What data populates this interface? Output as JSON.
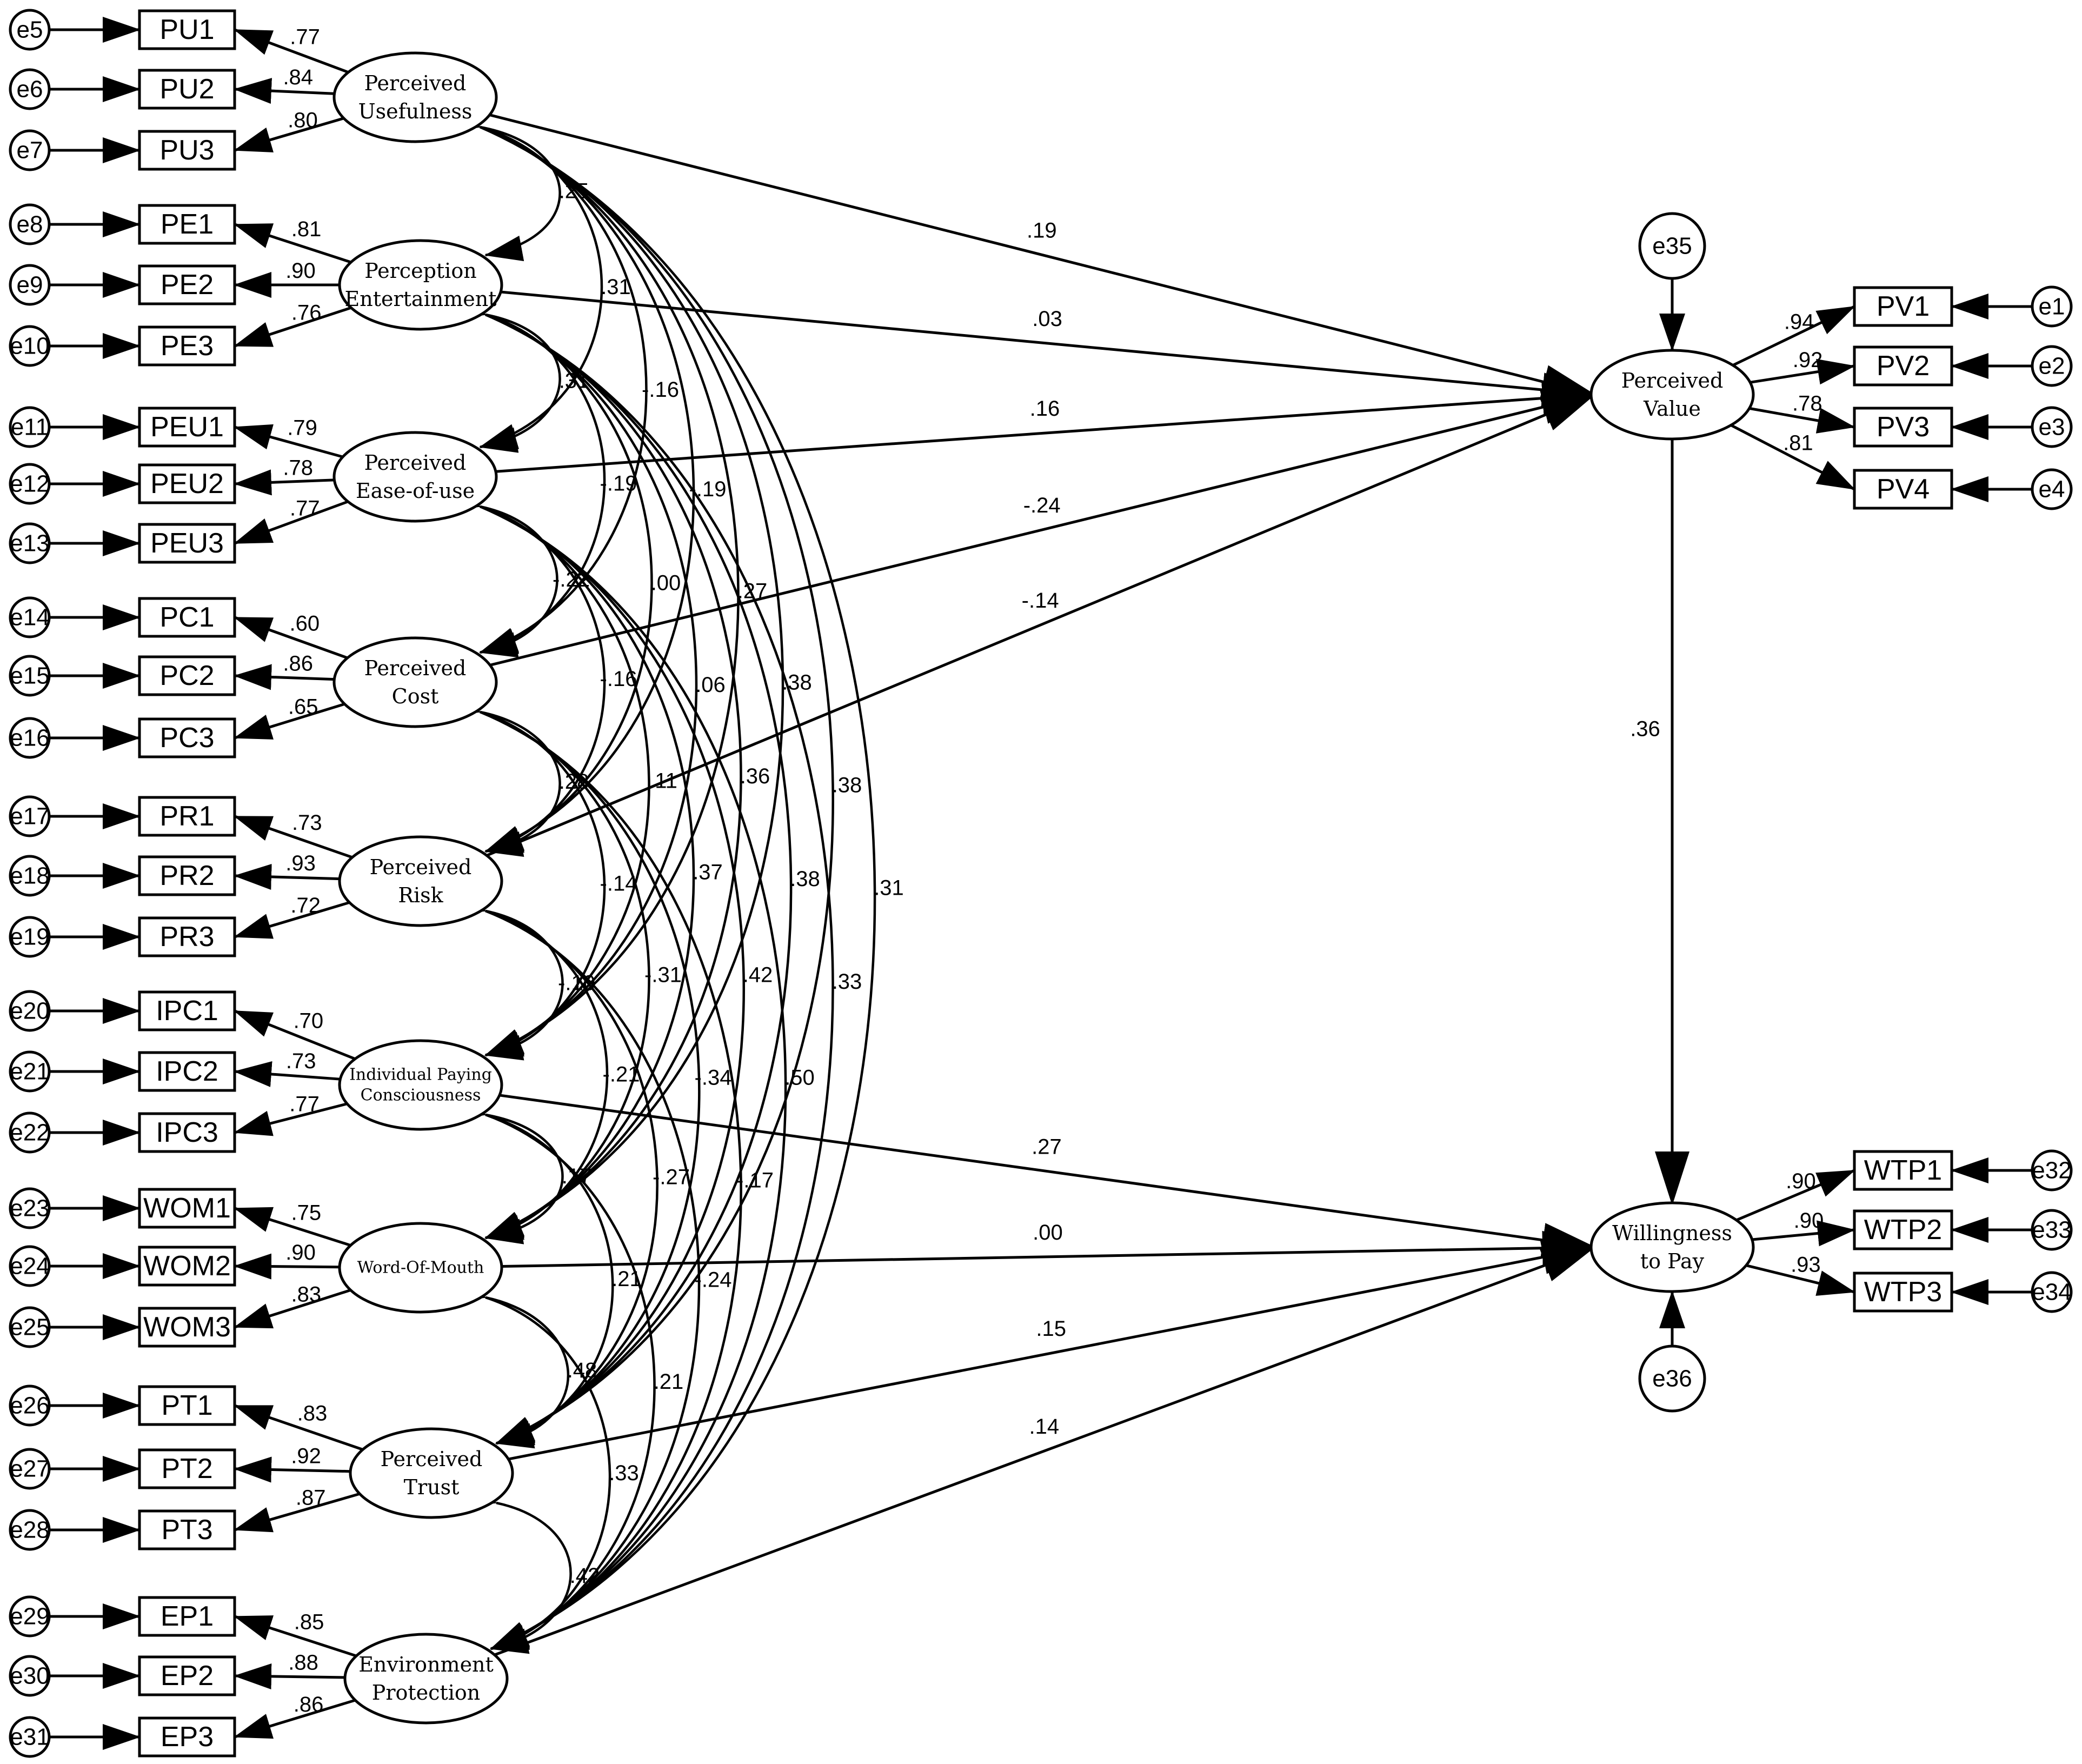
{
  "latents": [
    {
      "id": "PU",
      "lines": [
        "Perceived",
        "Usefulness"
      ]
    },
    {
      "id": "PE",
      "lines": [
        "Perception",
        "Entertainment"
      ]
    },
    {
      "id": "PEU",
      "lines": [
        "Perceived",
        "Ease-of-use"
      ]
    },
    {
      "id": "PC",
      "lines": [
        "Perceived",
        "Cost"
      ]
    },
    {
      "id": "PR",
      "lines": [
        "Perceived",
        "Risk"
      ]
    },
    {
      "id": "IPC",
      "lines": [
        "Individual Paying",
        "Consciousness"
      ]
    },
    {
      "id": "WOM",
      "lines": [
        "Word-Of-Mouth"
      ]
    },
    {
      "id": "PT",
      "lines": [
        "Perceived",
        "Trust"
      ]
    },
    {
      "id": "EP",
      "lines": [
        "Environment",
        "Protection"
      ]
    },
    {
      "id": "PV",
      "lines": [
        "Perceived",
        "Value"
      ]
    },
    {
      "id": "WTP",
      "lines": [
        "Willingness",
        "to Pay"
      ]
    }
  ],
  "indicators": [
    {
      "label": "PU1",
      "error": "e5",
      "loading": ".77",
      "factor": "PU"
    },
    {
      "label": "PU2",
      "error": "e6",
      "loading": ".84",
      "factor": "PU"
    },
    {
      "label": "PU3",
      "error": "e7",
      "loading": ".80",
      "factor": "PU"
    },
    {
      "label": "PE1",
      "error": "e8",
      "loading": ".81",
      "factor": "PE"
    },
    {
      "label": "PE2",
      "error": "e9",
      "loading": ".90",
      "factor": "PE"
    },
    {
      "label": "PE3",
      "error": "e10",
      "loading": ".76",
      "factor": "PE"
    },
    {
      "label": "PEU1",
      "error": "e11",
      "loading": ".79",
      "factor": "PEU"
    },
    {
      "label": "PEU2",
      "error": "e12",
      "loading": ".78",
      "factor": "PEU"
    },
    {
      "label": "PEU3",
      "error": "e13",
      "loading": ".77",
      "factor": "PEU"
    },
    {
      "label": "PC1",
      "error": "e14",
      "loading": ".60",
      "factor": "PC"
    },
    {
      "label": "PC2",
      "error": "e15",
      "loading": ".86",
      "factor": "PC"
    },
    {
      "label": "PC3",
      "error": "e16",
      "loading": ".65",
      "factor": "PC"
    },
    {
      "label": "PR1",
      "error": "e17",
      "loading": ".73",
      "factor": "PR"
    },
    {
      "label": "PR2",
      "error": "e18",
      "loading": ".93",
      "factor": "PR"
    },
    {
      "label": "PR3",
      "error": "e19",
      "loading": ".72",
      "factor": "PR"
    },
    {
      "label": "IPC1",
      "error": "e20",
      "loading": ".70",
      "factor": "IPC"
    },
    {
      "label": "IPC2",
      "error": "e21",
      "loading": ".73",
      "factor": "IPC"
    },
    {
      "label": "IPC3",
      "error": "e22",
      "loading": ".77",
      "factor": "IPC"
    },
    {
      "label": "WOM1",
      "error": "e23",
      "loading": ".75",
      "factor": "WOM"
    },
    {
      "label": "WOM2",
      "error": "e24",
      "loading": ".90",
      "factor": "WOM"
    },
    {
      "label": "WOM3",
      "error": "e25",
      "loading": ".83",
      "factor": "WOM"
    },
    {
      "label": "PT1",
      "error": "e26",
      "loading": ".83",
      "factor": "PT"
    },
    {
      "label": "PT2",
      "error": "e27",
      "loading": ".92",
      "factor": "PT"
    },
    {
      "label": "PT3",
      "error": "e28",
      "loading": ".87",
      "factor": "PT"
    },
    {
      "label": "EP1",
      "error": "e29",
      "loading": ".85",
      "factor": "EP"
    },
    {
      "label": "EP2",
      "error": "e30",
      "loading": ".88",
      "factor": "EP"
    },
    {
      "label": "EP3",
      "error": "e31",
      "loading": ".86",
      "factor": "EP"
    },
    {
      "label": "PV1",
      "error": "e1",
      "loading": ".94",
      "factor": "PV"
    },
    {
      "label": "PV2",
      "error": "e2",
      "loading": ".92",
      "factor": "PV"
    },
    {
      "label": "PV3",
      "error": "e3",
      "loading": ".78",
      "factor": "PV"
    },
    {
      "label": "PV4",
      "error": "e4",
      "loading": ".81",
      "factor": "PV"
    },
    {
      "label": "WTP1",
      "error": "e32",
      "loading": ".90",
      "factor": "WTP"
    },
    {
      "label": "WTP2",
      "error": "e33",
      "loading": ".90",
      "factor": "WTP"
    },
    {
      "label": "WTP3",
      "error": "e34",
      "loading": ".93",
      "factor": "WTP"
    }
  ],
  "disturbances": [
    {
      "label": "e35",
      "target": "PV"
    },
    {
      "label": "e36",
      "target": "WTP"
    }
  ],
  "paths": [
    {
      "from": "PU",
      "to": "PV",
      "coef": ".19"
    },
    {
      "from": "PE",
      "to": "PV",
      "coef": ".03"
    },
    {
      "from": "PEU",
      "to": "PV",
      "coef": ".16"
    },
    {
      "from": "PC",
      "to": "PV",
      "coef": "-.24"
    },
    {
      "from": "PR",
      "to": "PV",
      "coef": "-.14"
    },
    {
      "from": "IPC",
      "to": "WTP",
      "coef": ".27"
    },
    {
      "from": "WOM",
      "to": "WTP",
      "coef": ".00"
    },
    {
      "from": "PT",
      "to": "WTP",
      "coef": ".15"
    },
    {
      "from": "EP",
      "to": "WTP",
      "coef": ".14"
    },
    {
      "from": "PV",
      "to": "WTP",
      "coef": ".36"
    }
  ],
  "correlations": [
    {
      "a": "PU",
      "b": "PE",
      "coef": ".25"
    },
    {
      "a": "PU",
      "b": "PEU",
      "coef": ".31"
    },
    {
      "a": "PU",
      "b": "PC",
      "coef": "-.16"
    },
    {
      "a": "PU",
      "b": "PR",
      "coef": "-.19"
    },
    {
      "a": "PU",
      "b": "IPC",
      "coef": ".27"
    },
    {
      "a": "PU",
      "b": "WOM",
      "coef": ".38"
    },
    {
      "a": "PU",
      "b": "PT",
      "coef": ".38"
    },
    {
      "a": "PU",
      "b": "EP",
      "coef": ".31"
    },
    {
      "a": "PE",
      "b": "PEU",
      "coef": ".31"
    },
    {
      "a": "PE",
      "b": "PC",
      "coef": "-.19"
    },
    {
      "a": "PE",
      "b": "PR",
      "coef": ".00"
    },
    {
      "a": "PE",
      "b": "IPC",
      "coef": ".06"
    },
    {
      "a": "PE",
      "b": "WOM",
      "coef": ".36"
    },
    {
      "a": "PE",
      "b": "PT",
      "coef": ".38"
    },
    {
      "a": "PE",
      "b": "EP",
      "coef": ".33"
    },
    {
      "a": "PEU",
      "b": "PC",
      "coef": "-.22"
    },
    {
      "a": "PEU",
      "b": "PR",
      "coef": "-.16"
    },
    {
      "a": "PEU",
      "b": "IPC",
      "coef": ".11"
    },
    {
      "a": "PEU",
      "b": "WOM",
      "coef": ".37"
    },
    {
      "a": "PEU",
      "b": "PT",
      "coef": ".42"
    },
    {
      "a": "PEU",
      "b": "EP",
      "coef": ".50"
    },
    {
      "a": "PC",
      "b": "PR",
      "coef": ".28"
    },
    {
      "a": "PC",
      "b": "IPC",
      "coef": "-.14"
    },
    {
      "a": "PC",
      "b": "WOM",
      "coef": "-.31"
    },
    {
      "a": "PC",
      "b": "PT",
      "coef": "-.34"
    },
    {
      "a": "PC",
      "b": "EP",
      "coef": "-.17"
    },
    {
      "a": "PR",
      "b": "IPC",
      "coef": "-.10"
    },
    {
      "a": "PR",
      "b": "WOM",
      "coef": "-.21"
    },
    {
      "a": "PR",
      "b": "PT",
      "coef": "-.27"
    },
    {
      "a": "PR",
      "b": "EP",
      "coef": "-.24"
    },
    {
      "a": "IPC",
      "b": "WOM",
      "coef": ".17"
    },
    {
      "a": "IPC",
      "b": "PT",
      "coef": ".21"
    },
    {
      "a": "IPC",
      "b": "EP",
      "coef": ".21"
    },
    {
      "a": "WOM",
      "b": "PT",
      "coef": ".48"
    },
    {
      "a": "WOM",
      "b": "EP",
      "coef": ".33"
    },
    {
      "a": "PT",
      "b": "EP",
      "coef": ".42"
    }
  ]
}
